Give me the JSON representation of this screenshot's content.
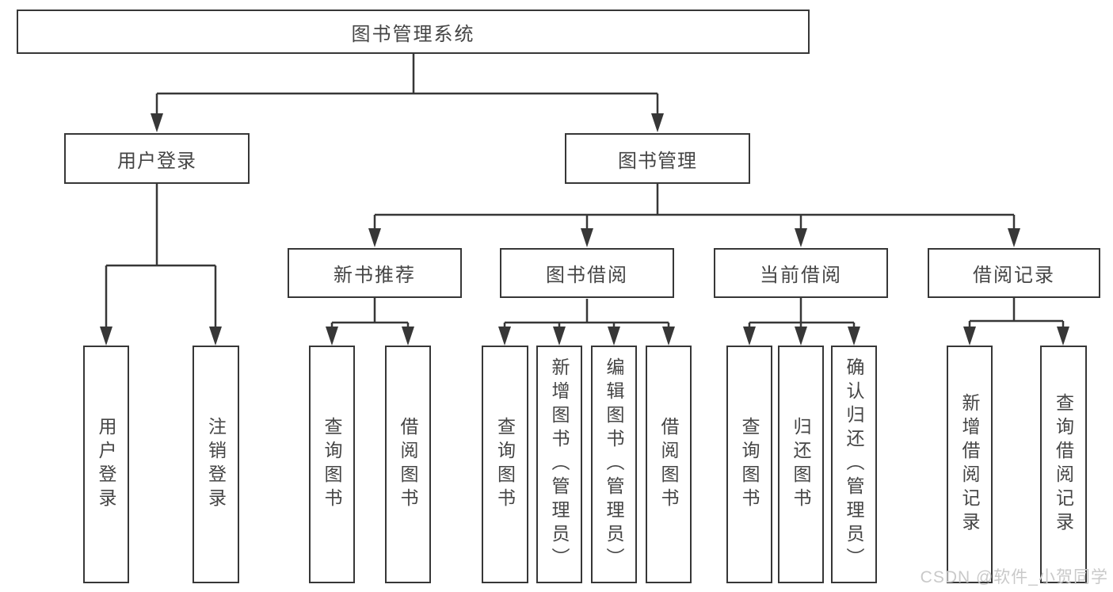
{
  "diagram": {
    "type": "hierarchy-tree",
    "watermark": "CSDN @软件_小贺同学",
    "colors": {
      "background": "#ffffff",
      "line": "#373737",
      "box_border": "#373737",
      "box_fill": "#ffffff",
      "text": "#454545",
      "watermark": "#c9c9c9"
    },
    "nodes": {
      "root": {
        "label": "图书管理系统"
      },
      "level2": [
        {
          "label": "用户登录"
        },
        {
          "label": "图书管理"
        }
      ],
      "level3": [
        {
          "label": "新书推荐"
        },
        {
          "label": "图书借阅"
        },
        {
          "label": "当前借阅"
        },
        {
          "label": "借阅记录"
        }
      ],
      "level4": {
        "user_login_children": [
          {
            "label": "用户登录"
          },
          {
            "label": "注销登录"
          }
        ],
        "new_book_children": [
          {
            "label": "查询图书"
          },
          {
            "label": "借阅图书"
          }
        ],
        "book_borrow_children": [
          {
            "label": "查询图书"
          },
          {
            "label": "新增图书（管理员）"
          },
          {
            "label": "编辑图书（管理员）"
          },
          {
            "label": "借阅图书"
          }
        ],
        "current_borrow_children": [
          {
            "label": "查询图书"
          },
          {
            "label": "归还图书"
          },
          {
            "label": "确认归还（管理员）"
          }
        ],
        "borrow_record_children": [
          {
            "label": "新增借阅记录"
          },
          {
            "label": "查询借阅记录"
          }
        ]
      }
    }
  }
}
